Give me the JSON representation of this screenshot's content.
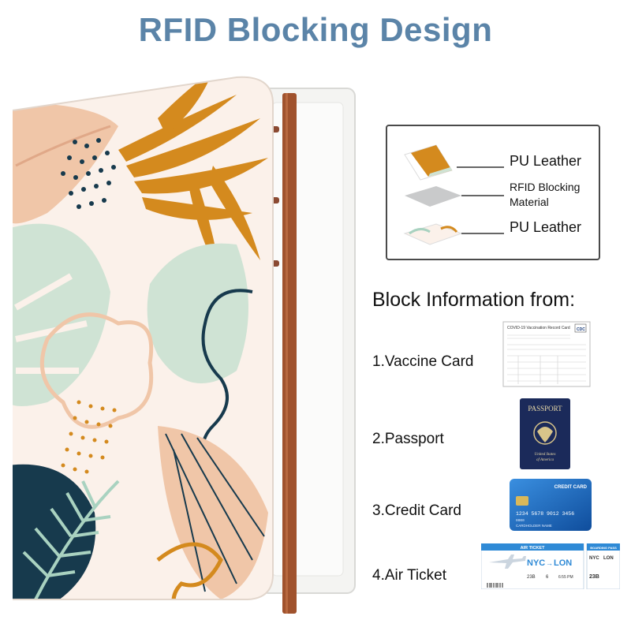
{
  "title": "RFID Blocking Design",
  "layers": {
    "top_label": "PU Leather",
    "middle_label_line1": "RFID Blocking",
    "middle_label_line2": "Material",
    "bottom_label": "PU Leather"
  },
  "block": {
    "heading": "Block Information from:",
    "items": [
      {
        "label": "1.Vaccine Card",
        "icon": "vaccine-card-icon"
      },
      {
        "label": "2.Passport",
        "icon": "passport-icon"
      },
      {
        "label": "3.Credit Card",
        "icon": "credit-card-icon"
      },
      {
        "label": "4.Air Ticket",
        "icon": "air-ticket-icon"
      }
    ]
  },
  "vaccine_card": {
    "title": "COVID-19 Vaccination Record Card",
    "logo": "CDC"
  },
  "passport": {
    "word": "PASSPORT",
    "country_line1": "United States",
    "country_line2": "of America"
  },
  "credit_card": {
    "title": "CREDIT CARD",
    "number": "1234 5678 9012 3456",
    "expiry": "0000",
    "holder": "CARDHOLDER NAME"
  },
  "air_ticket": {
    "header": "AIR TICKET",
    "boarding_header": "BOARDING PASS",
    "route_from": "NYC",
    "route_to": "LON",
    "seat": "23B",
    "gate": "6",
    "time": "6:55 PM"
  },
  "colors": {
    "title": "#5b84a8",
    "strap": "#a0522d",
    "leaf_orange": "#d48a1e",
    "leaf_mint": "#cfe3d4",
    "leaf_peach": "#f0c4a5",
    "navy": "#173a4d",
    "card_blue": "#1f6fc0",
    "passport_navy": "#1b2a5a"
  }
}
